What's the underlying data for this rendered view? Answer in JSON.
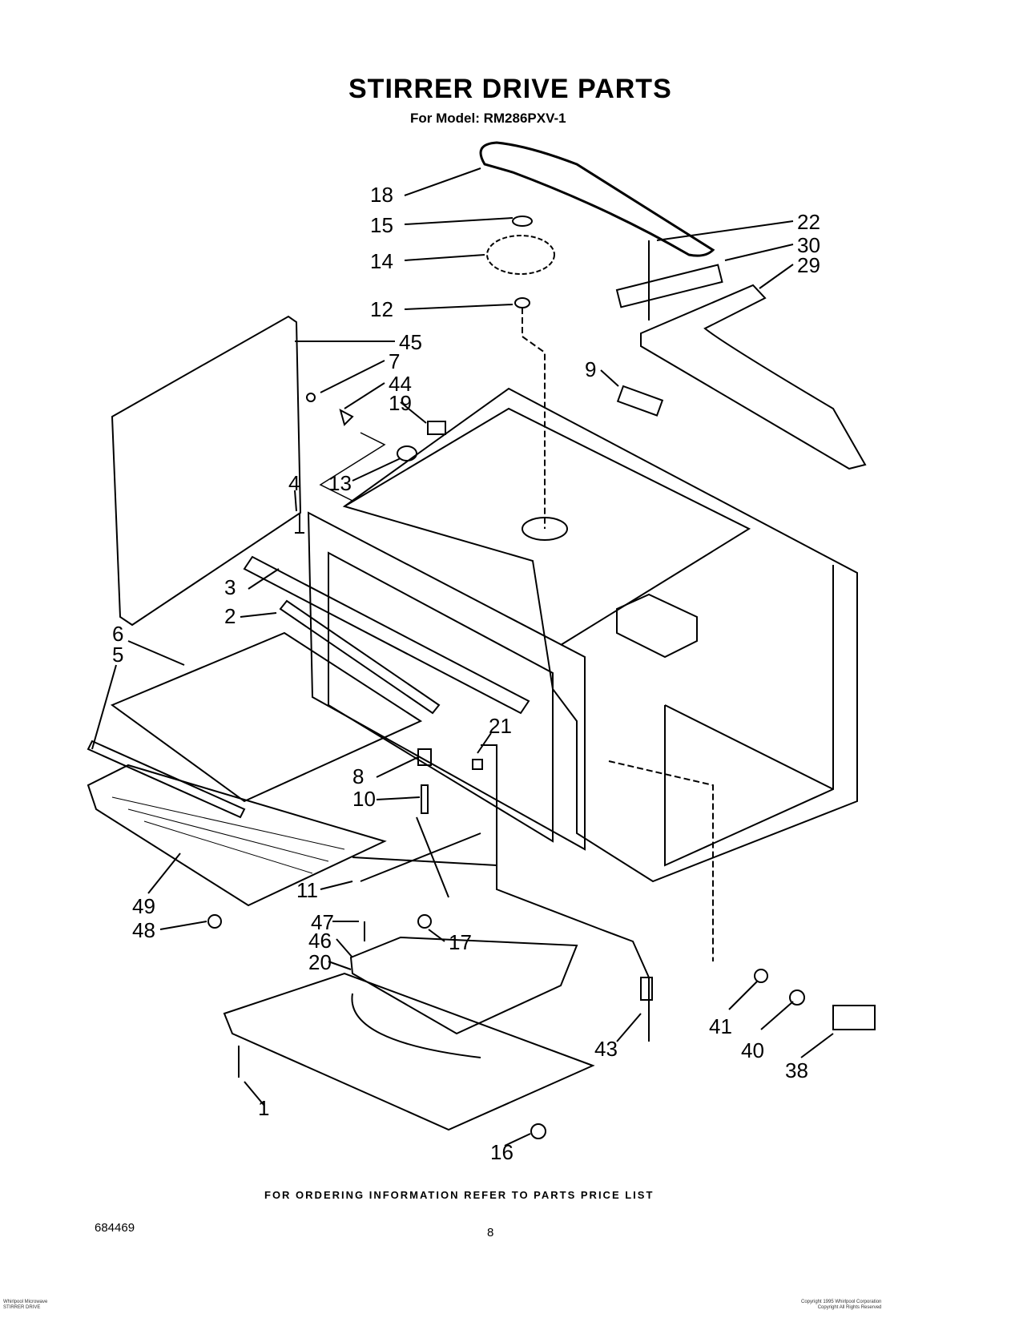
{
  "header": {
    "title": "STIRRER DRIVE PARTS",
    "subtitle": "For Model: RM286PXV-1"
  },
  "footer": {
    "note": "FOR ORDERING INFORMATION REFER TO PARTS PRICE LIST",
    "doc_number": "684469",
    "page_number": "8",
    "bottom_left_lines": [
      "Whirlpool Microwave",
      "STIRRER DRIVE"
    ],
    "bottom_right_lines": [
      "Copyright 1995 Whirlpool Corporation",
      "Copyright All Rights Reserved"
    ]
  },
  "callouts": [
    "18",
    "15",
    "14",
    "12",
    "22",
    "30",
    "29",
    "45",
    "7",
    "44",
    "19",
    "9",
    "13",
    "4",
    "3",
    "2",
    "6",
    "5",
    "21",
    "8",
    "10",
    "49",
    "11",
    "47",
    "48",
    "46",
    "17",
    "20",
    "41",
    "40",
    "38",
    "43",
    "1",
    "16"
  ]
}
